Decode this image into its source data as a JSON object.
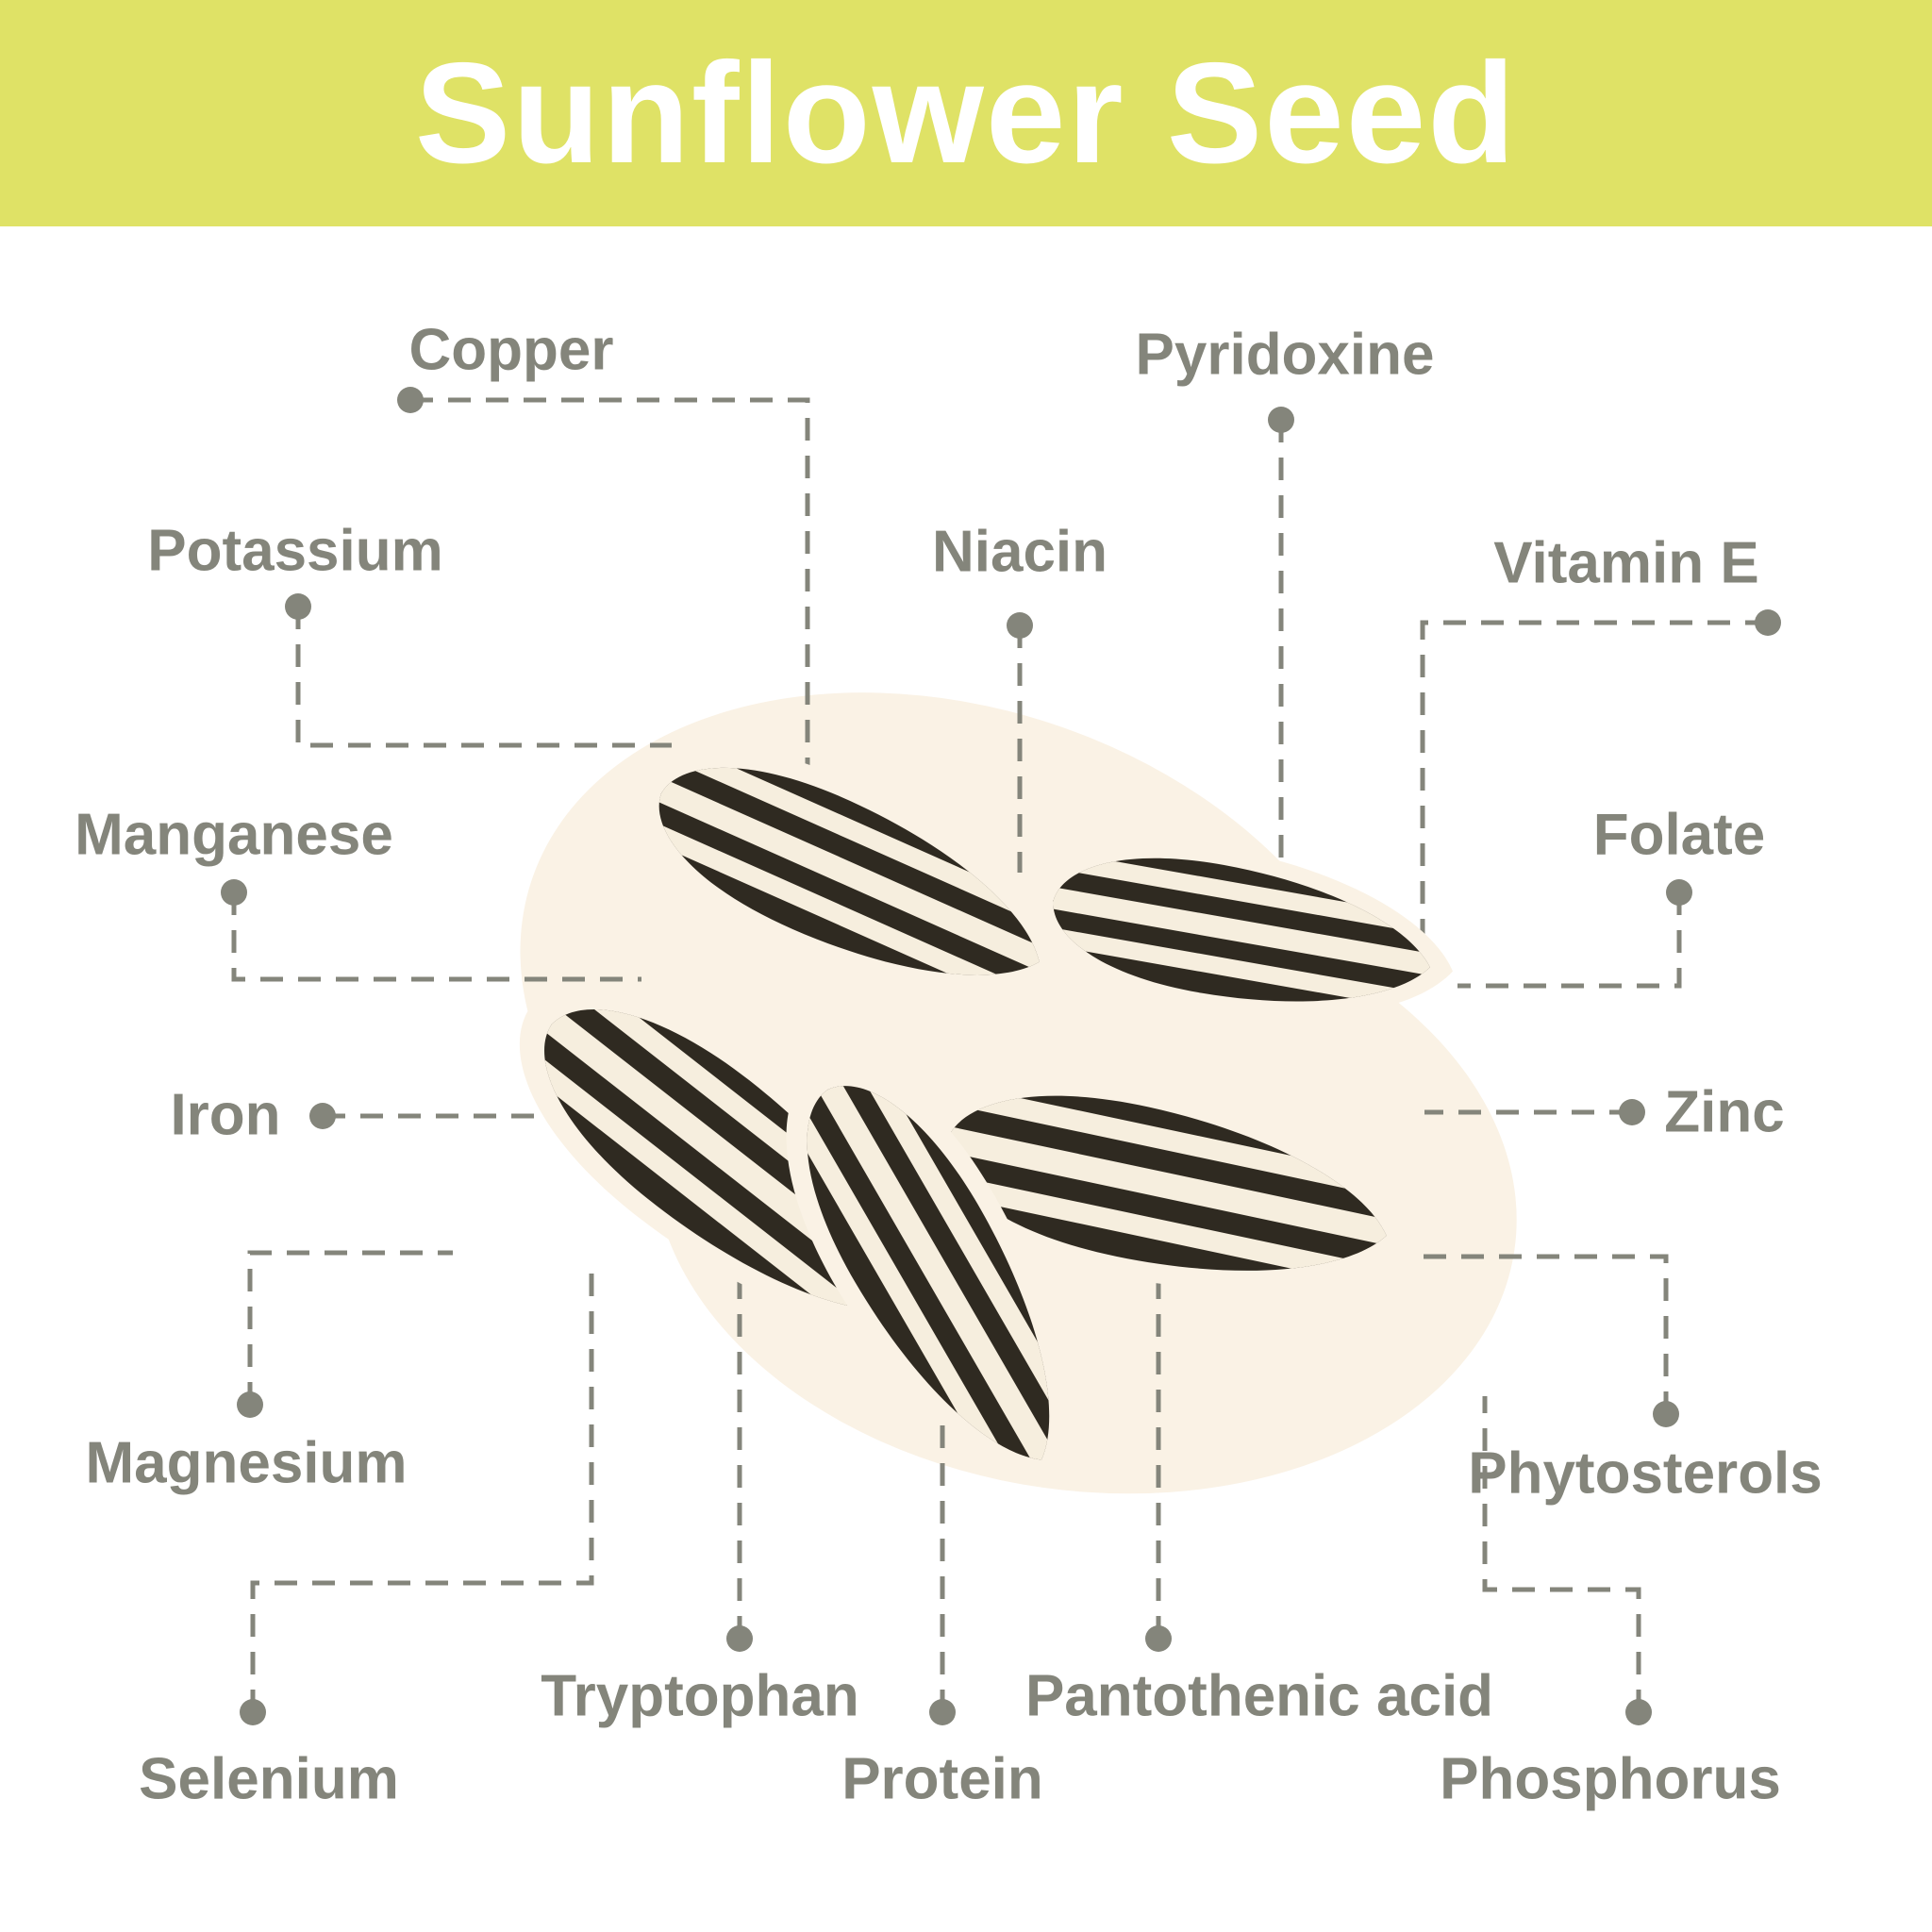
{
  "title": "Sunflower Seed",
  "colors": {
    "background": "#ffffff",
    "banner": "#dfe266",
    "title_text": "#ffffff",
    "label_text": "#84857b",
    "connector": "#84857b",
    "seed_dark": "#2f2a21",
    "seed_cream": "#f6eede",
    "halo": "#faf2e5"
  },
  "illustration": "sunflower-seeds",
  "nutrients": {
    "copper": "Copper",
    "pyridoxine": "Pyridoxine",
    "potassium": "Potassium",
    "niacin": "Niacin",
    "vitamin_e": "Vitamin E",
    "manganese": "Manganese",
    "folate": "Folate",
    "iron": "Iron",
    "zinc": "Zinc",
    "magnesium": "Magnesium",
    "phytosterols": "Phytosterols",
    "selenium": "Selenium",
    "tryptophan": "Tryptophan",
    "protein": "Protein",
    "pantothenic_acid": "Pantothenic acid",
    "phosphorus": "Phosphorus"
  }
}
